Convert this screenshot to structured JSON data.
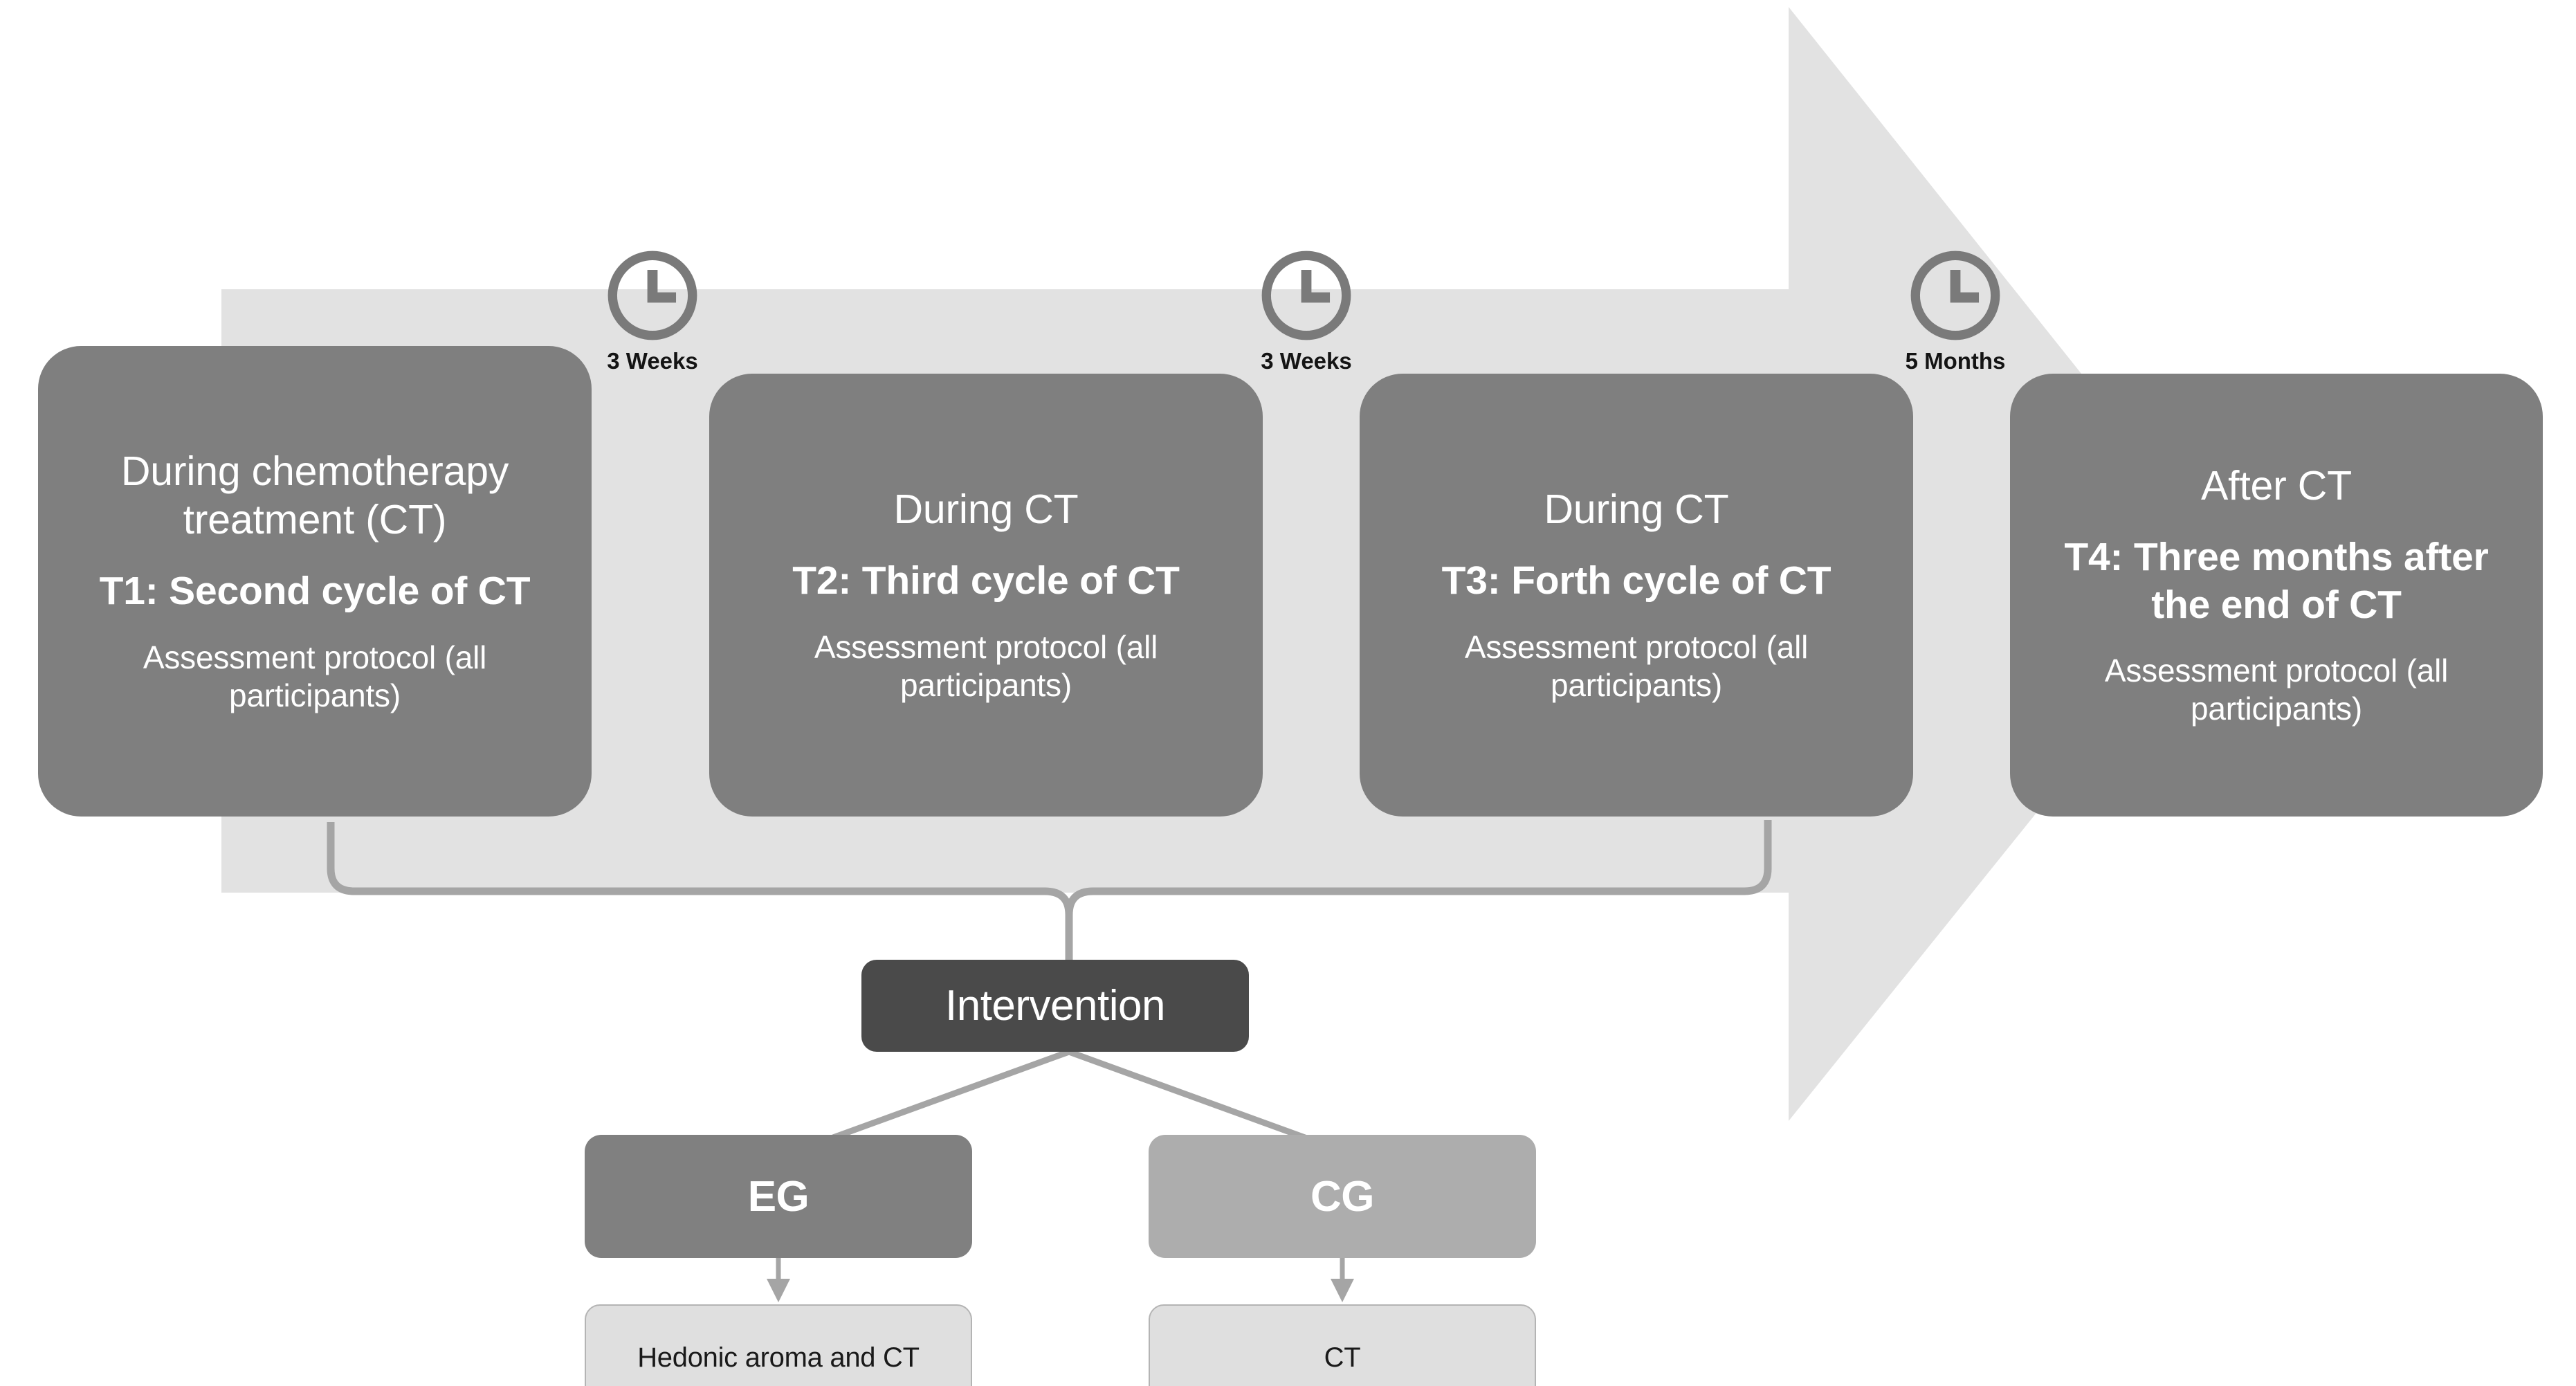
{
  "colors": {
    "arrow_band": "#e2e2e2",
    "stage_box": "#7f7f7f",
    "intervention_box": "#4a4a4a",
    "eg_box": "#808080",
    "cg_box": "#adadad",
    "detail_box": "#dfdfdf",
    "connector_line": "#a5a5a5",
    "clock_stroke": "#7a7a7a",
    "text_light": "#ffffff",
    "text_dark": "#141414"
  },
  "timeline": {
    "stages": [
      {
        "id": "t1",
        "phase": "During chemotherapy treatment (CT)",
        "timepoint": "T1: Second cycle of CT",
        "protocol": "Assessment protocol (all participants)"
      },
      {
        "id": "t2",
        "phase": "During CT",
        "timepoint": "T2: Third cycle of CT",
        "protocol": "Assessment protocol (all participants)"
      },
      {
        "id": "t3",
        "phase": "During CT",
        "timepoint": "T3: Forth cycle of CT",
        "protocol": "Assessment protocol (all participants)"
      },
      {
        "id": "t4",
        "phase": "After CT",
        "timepoint": "T4: Three months after the end of CT",
        "protocol": "Assessment protocol (all participants)"
      }
    ],
    "intervals": [
      {
        "id": "interval-1",
        "icon": "clock-icon",
        "label": "3 Weeks"
      },
      {
        "id": "interval-2",
        "icon": "clock-icon",
        "label": "3 Weeks"
      },
      {
        "id": "interval-3",
        "icon": "clock-icon",
        "label": "5 Months"
      }
    ]
  },
  "flow": {
    "intervention": "Intervention",
    "groups": [
      {
        "id": "eg",
        "label": "EG",
        "detail": "Hedonic aroma and CT"
      },
      {
        "id": "cg",
        "label": "CG",
        "detail": "CT"
      }
    ]
  }
}
